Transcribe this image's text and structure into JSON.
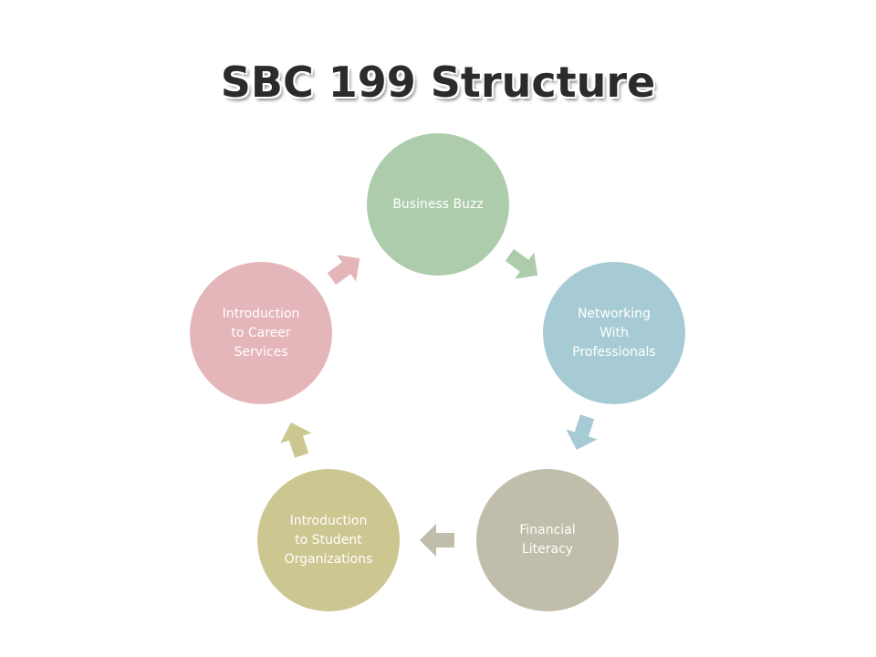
{
  "title": "SBC 199 Structure",
  "cycle": {
    "nodes": [
      {
        "label": "Business Buzz",
        "color": "#acccab"
      },
      {
        "label": "Networking\nWith\nProfessionals",
        "color": "#a7cbd4"
      },
      {
        "label": "Financial\nLiteracy",
        "color": "#c0bdaa"
      },
      {
        "label": "Introduction\nto Student\nOrganizations",
        "color": "#ccc690"
      },
      {
        "label": "Introduction\nto Career\nServices",
        "color": "#e4b6b9"
      }
    ],
    "arrow_colors": [
      "#acccab",
      "#a7cbd4",
      "#c0bdaa",
      "#ccc690",
      "#e4b6b9"
    ]
  }
}
